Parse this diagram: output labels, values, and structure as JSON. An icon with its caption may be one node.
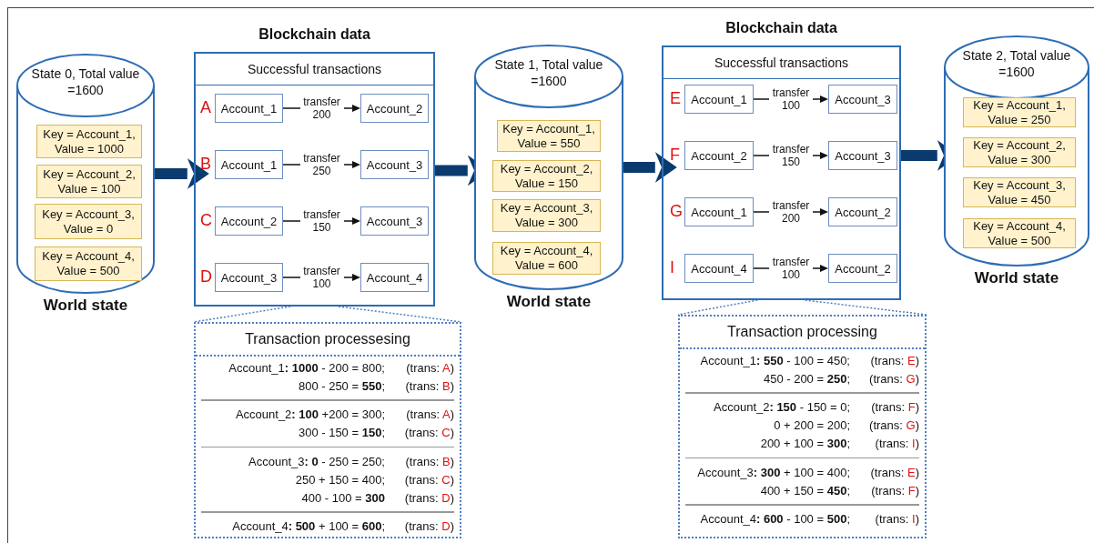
{
  "diagram": {
    "nodes": [
      {
        "text": [
          "State 0, Total value =1600"
        ],
        "beside": [
          "World state"
        ]
      },
      {
        "text": [
          "Key = Account_1, Value = 1000"
        ],
        "in": 0
      },
      {
        "text": [
          "Key = Account_2, Value = 100"
        ],
        "in": 0
      },
      {
        "text": [
          "Key = Account_3, Value = 0"
        ],
        "in": 0
      },
      {
        "text": [
          "Key = Account_4, Value = 500"
        ],
        "in": 0
      },
      {
        "text": [
          "Blockchain data",
          "Successful transactions"
        ]
      },
      {
        "text": [
          "Account_1"
        ],
        "in": 5,
        "beside": [
          "A"
        ]
      },
      {
        "text": [
          "Account_2"
        ],
        "in": 5
      },
      {
        "text": [
          "Account_1"
        ],
        "in": 5,
        "beside": [
          "B"
        ]
      },
      {
        "text": [
          "Account_3"
        ],
        "in": 5
      },
      {
        "text": [
          "Account_2"
        ],
        "in": 5,
        "beside": [
          "C"
        ]
      },
      {
        "text": [
          "Account_3"
        ],
        "in": 5
      },
      {
        "text": [
          "Account_3"
        ],
        "in": 5,
        "beside": [
          "D"
        ]
      },
      {
        "text": [
          "Account_4"
        ],
        "in": 5
      },
      {
        "text": [
          "Transaction processesing",
          "Account_1**: 1000** - 200 = 800;",
          "(trans: A)",
          "800 - 250 = **550**;",
          "(trans: B)",
          "Account_2**: 100** +200 = 300;",
          "(trans: A)",
          "300 - 150 = **150**;",
          "(trans: C)",
          "Account_3**: 0** - 250 = 250;",
          "(trans: B)",
          "250 + 150 = 400;",
          "(trans: C)",
          "400 - 100 = **300**",
          "(trans: D)",
          "Account_4**: 500** + 100 = **600**;",
          "(trans: D)"
        ]
      },
      {
        "text": [
          "State 1, Total value =1600"
        ],
        "beside": [
          "World state"
        ]
      },
      {
        "text": [
          "Key = Account_1, Value = 550"
        ],
        "in": 15
      },
      {
        "text": [
          "Key = Account_2, Value = 150"
        ],
        "in": 15
      },
      {
        "text": [
          "Key = Account_3, Value = 300"
        ],
        "in": 15
      },
      {
        "text": [
          "Key = Account_4, Value = 600"
        ],
        "in": 15
      },
      {
        "text": [
          "Blockchain data",
          "Successful transactions"
        ]
      },
      {
        "text": [
          "Account_1"
        ],
        "in": 20,
        "beside": [
          "E"
        ]
      },
      {
        "text": [
          "Account_3"
        ],
        "in": 20
      },
      {
        "text": [
          "Account_2"
        ],
        "in": 20,
        "beside": [
          "F"
        ]
      },
      {
        "text": [
          "Account_3"
        ],
        "in": 20
      },
      {
        "text": [
          "Account_1"
        ],
        "in": 20,
        "beside": [
          "G"
        ]
      },
      {
        "text": [
          "Account_2"
        ],
        "in": 20
      },
      {
        "text": [
          "Account_4"
        ],
        "in": 20,
        "beside": [
          "I"
        ]
      },
      {
        "text": [
          "Account_2"
        ],
        "in": 20
      },
      {
        "text": [
          "Transaction processing",
          "Account_1**: 550** - 100 = 450;",
          "(trans: E)",
          "450 - 200 = **250**;",
          "(trans: G)",
          "Account_2**: 150** - 150 = 0;",
          "(trans: F)",
          "0 + 200 = 200;",
          "(trans: G)",
          "200 + 100 = **300**;",
          "(trans: I)",
          "Account_3**: 300** + 100 = 400;",
          "(trans: E)",
          "400 + 150 = **450**;",
          "(trans: F)",
          "Account_4**: 600** - 100 = **500**;",
          "(trans: I)"
        ]
      },
      {
        "text": [
          "State 2, Total value =1600"
        ],
        "beside": [
          "World state"
        ]
      },
      {
        "text": [
          "Key = Account_1, Value = 250"
        ],
        "in": 30
      },
      {
        "text": [
          "Key = Account_2, Value = 300"
        ],
        "in": 30
      },
      {
        "text": [
          "Key = Account_3, Value = 450"
        ],
        "in": 30
      },
      {
        "text": [
          "Key = Account_4, Value = 500"
        ],
        "in": 30
      }
    ],
    "edges": [
      {
        "from": 0,
        "to": 5,
        "arrow": "to",
        "style": "thick",
        "color": "#0b3a6e"
      },
      {
        "from": 5,
        "to": 15,
        "arrow": "to",
        "style": "thick",
        "color": "#0b3a6e"
      },
      {
        "from": 15,
        "to": 20,
        "arrow": "to",
        "style": "thick",
        "color": "#0b3a6e"
      },
      {
        "from": 20,
        "to": 30,
        "arrow": "to",
        "style": "thick",
        "color": "#0b3a6e"
      },
      {
        "from": 6,
        "to": 7,
        "arrow": "to",
        "label": "transfer 200"
      },
      {
        "from": 8,
        "to": 9,
        "arrow": "to",
        "label": "transfer 250"
      },
      {
        "from": 10,
        "to": 11,
        "arrow": "to",
        "label": "transfer 150"
      },
      {
        "from": 12,
        "to": 13,
        "arrow": "to",
        "label": "transfer 100"
      },
      {
        "from": 21,
        "to": 22,
        "arrow": "to",
        "label": "transfer 100"
      },
      {
        "from": 23,
        "to": 24,
        "arrow": "to",
        "label": "transfer 150"
      },
      {
        "from": 25,
        "to": 26,
        "arrow": "to",
        "label": "transfer 200"
      },
      {
        "from": 27,
        "to": 28,
        "arrow": "to",
        "label": "transfer 100"
      },
      {
        "from": 5,
        "to": 14,
        "arrow": "none",
        "style": "dashed",
        "color": "#4f7fbf"
      },
      {
        "from": 5,
        "to": 14,
        "arrow": "none",
        "style": "dashed",
        "color": "#4f7fbf"
      },
      {
        "from": 20,
        "to": 29,
        "arrow": "none",
        "style": "dashed",
        "color": "#4f7fbf"
      },
      {
        "from": 20,
        "to": 29,
        "arrow": "none",
        "style": "dashed",
        "color": "#4f7fbf"
      }
    ]
  }
}
